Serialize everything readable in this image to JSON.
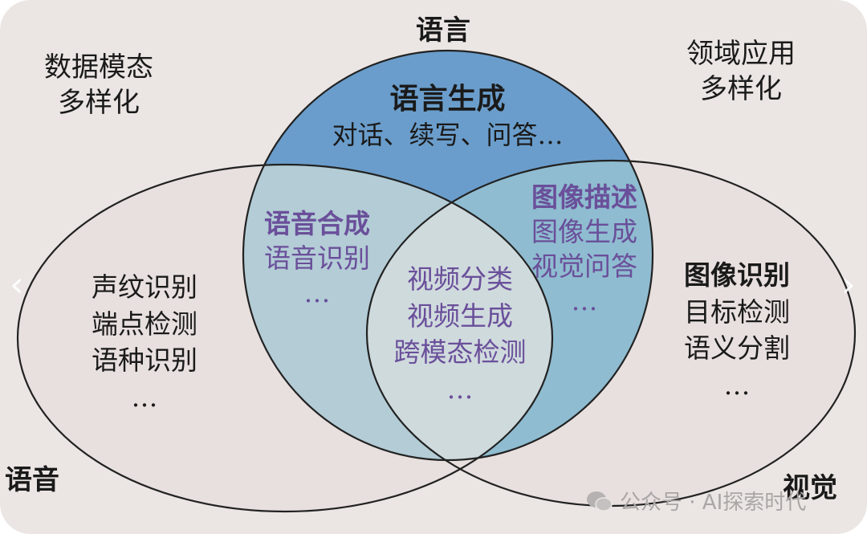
{
  "corners": {
    "top_left": [
      "数据模态",
      "多样化"
    ],
    "top_right": [
      "领域应用",
      "多样化"
    ]
  },
  "sets": {
    "language": "语言",
    "speech": "语音",
    "vision": "视觉"
  },
  "regions": {
    "language_only": {
      "title": "语言生成",
      "items": [
        "对话、续写、问答…"
      ]
    },
    "speech_only": {
      "items": [
        "声纹识别",
        "端点检测",
        "语种识别",
        "…"
      ]
    },
    "vision_only": {
      "title": "图像识别",
      "items": [
        "目标检测",
        "语义分割",
        "…"
      ]
    },
    "speech_language": {
      "title": "语音合成",
      "items": [
        "语音识别",
        "…"
      ]
    },
    "vision_language": {
      "title": "图像描述",
      "items": [
        "图像生成",
        "视觉问答",
        "…"
      ]
    },
    "all_three": {
      "items": [
        "视频分类",
        "视频生成",
        "跨模态检测",
        "…"
      ]
    }
  },
  "watermark": "公众号 · AI探索时代",
  "nav": {
    "prev": "‹",
    "next": "›"
  },
  "colors": {
    "background": "#ebe6e3",
    "ellipse_fill": "#e8e0de",
    "language": "#6a9dcb",
    "speech_language": "#b3ccd6",
    "vision_language": "#8fbcd0",
    "center": "#cfdadd",
    "outline": "#222222",
    "purple_text": "#6a4f9a"
  }
}
